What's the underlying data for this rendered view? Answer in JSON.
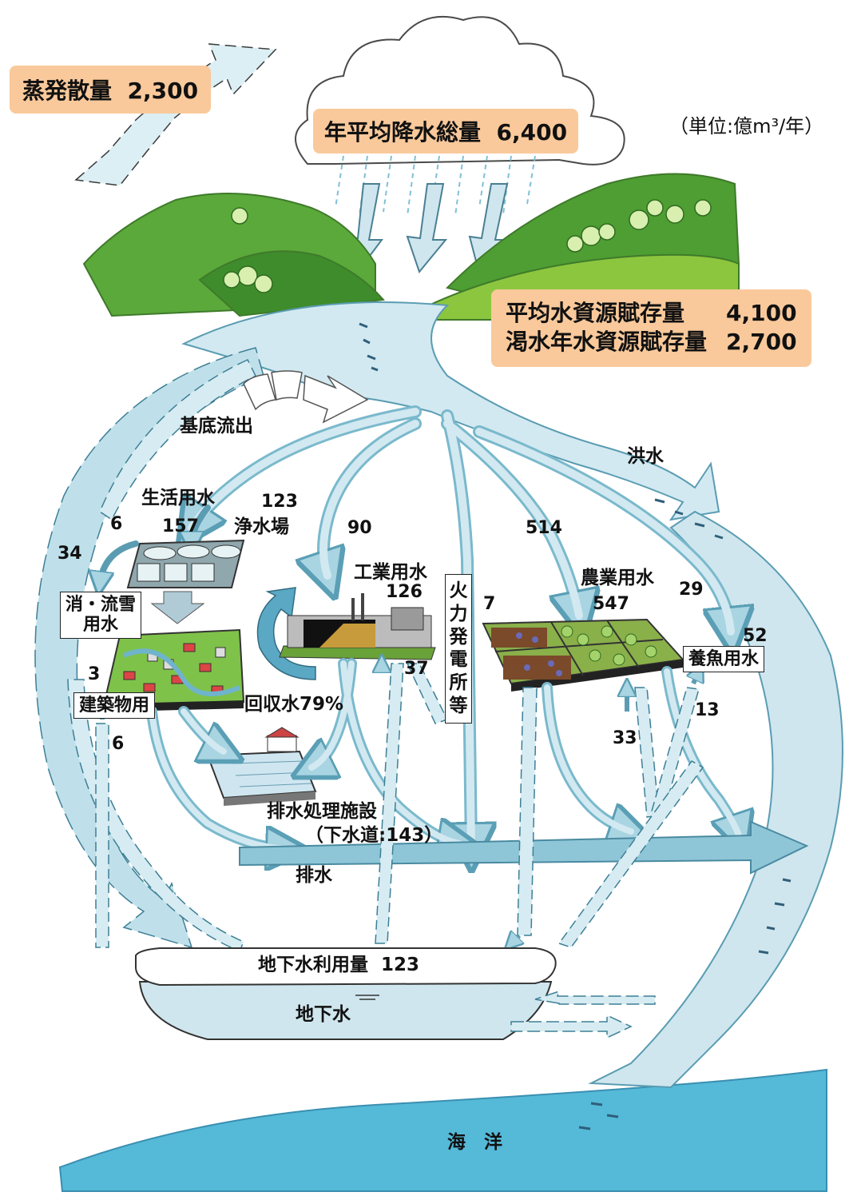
{
  "unit": "（単位:億m³/年）",
  "evaporation": {
    "label": "蒸発散量",
    "value": "2,300"
  },
  "precipitation": {
    "label": "年平均降水総量",
    "value": "6,400"
  },
  "water_resources": {
    "avg_label": "平均水資源賦存量",
    "avg_value": "4,100",
    "drought_label": "渇水年水資源賦存量",
    "drought_value": "2,700"
  },
  "flows": {
    "base_outflow": "基底流出",
    "flood": "洪水",
    "domestic": "生活用水",
    "domestic_value": "157",
    "purification": "浄水場",
    "purification_value": "123",
    "snow_value": "6",
    "left_value": "34",
    "snow_melting": "消・流雪\n用水",
    "building_value": "3",
    "building": "建築物用",
    "building_gw_value": "6",
    "industrial_value_in": "90",
    "industrial": "工業用水",
    "industrial_value": "126",
    "recycled": "回収水79%",
    "industrial_gw_value": "37",
    "thermal": "火力発電所等",
    "thermal_value": "7",
    "agri_in_value": "514",
    "agricultural": "農業用水",
    "agricultural_value": "547",
    "fish_in_value": "29",
    "fish_value": "52",
    "fish_farming": "養魚用水",
    "fish_gw_value": "13",
    "agri_gw_value": "33",
    "wastewater": "排水処理施設",
    "sewer": "（下水道:143）",
    "drainage": "排水",
    "groundwater_use": "地下水利用量",
    "groundwater_use_value": "123",
    "groundwater": "地下水",
    "ocean": "海　洋"
  }
}
